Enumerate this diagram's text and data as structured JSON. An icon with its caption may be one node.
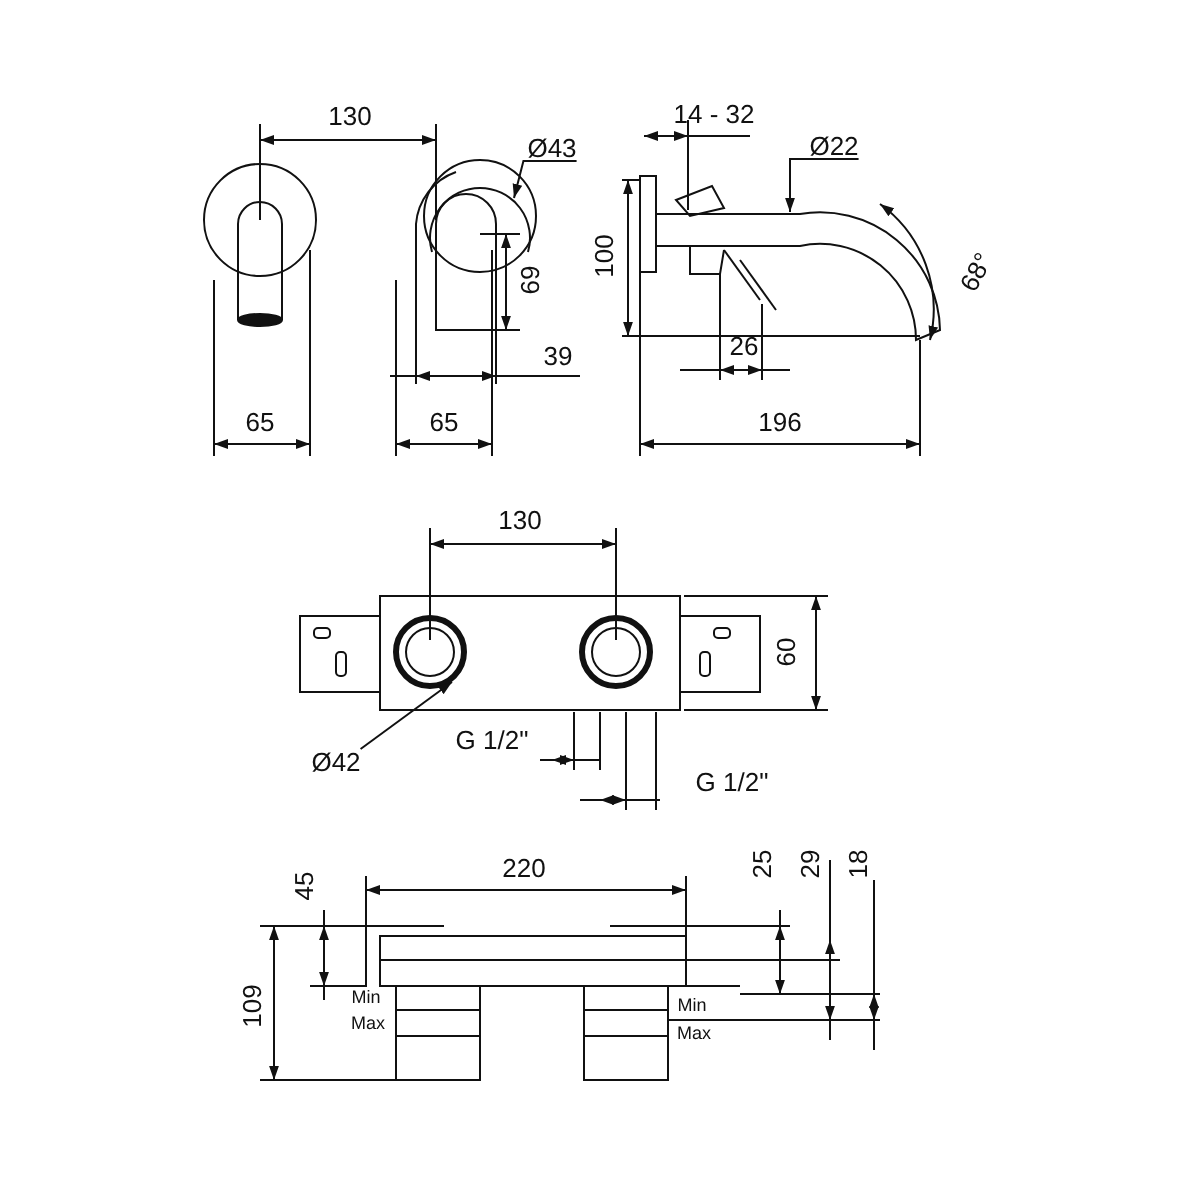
{
  "diagram": {
    "nodes": [
      {
        "text": [
          "Ø43"
        ]
      },
      {
        "text": [
          "Ø22"
        ]
      },
      {
        "text": [
          "Ø42"
        ]
      },
      {
        "text": [],
        "shape": "picture"
      },
      {
        "text": [],
        "shape": "picture"
      },
      {
        "text": [],
        "shape": "picture"
      }
    ],
    "edges": [
      {
        "from": 0,
        "to": 3,
        "arrow": "to"
      },
      {
        "from": 1,
        "to": 4,
        "arrow": "to"
      },
      {
        "from": 2,
        "to": 5,
        "arrow": "to"
      }
    ],
    "labels": [
      "130",
      "14 - 32",
      "100",
      "69",
      "39",
      "26",
      "68°",
      "65",
      "65",
      "196",
      "130",
      "60",
      "G 1/2\"",
      "G 1/2\"",
      "220",
      "45",
      "25",
      "29",
      "18",
      "109",
      "Min",
      "Max",
      "Min",
      "Max"
    ]
  }
}
